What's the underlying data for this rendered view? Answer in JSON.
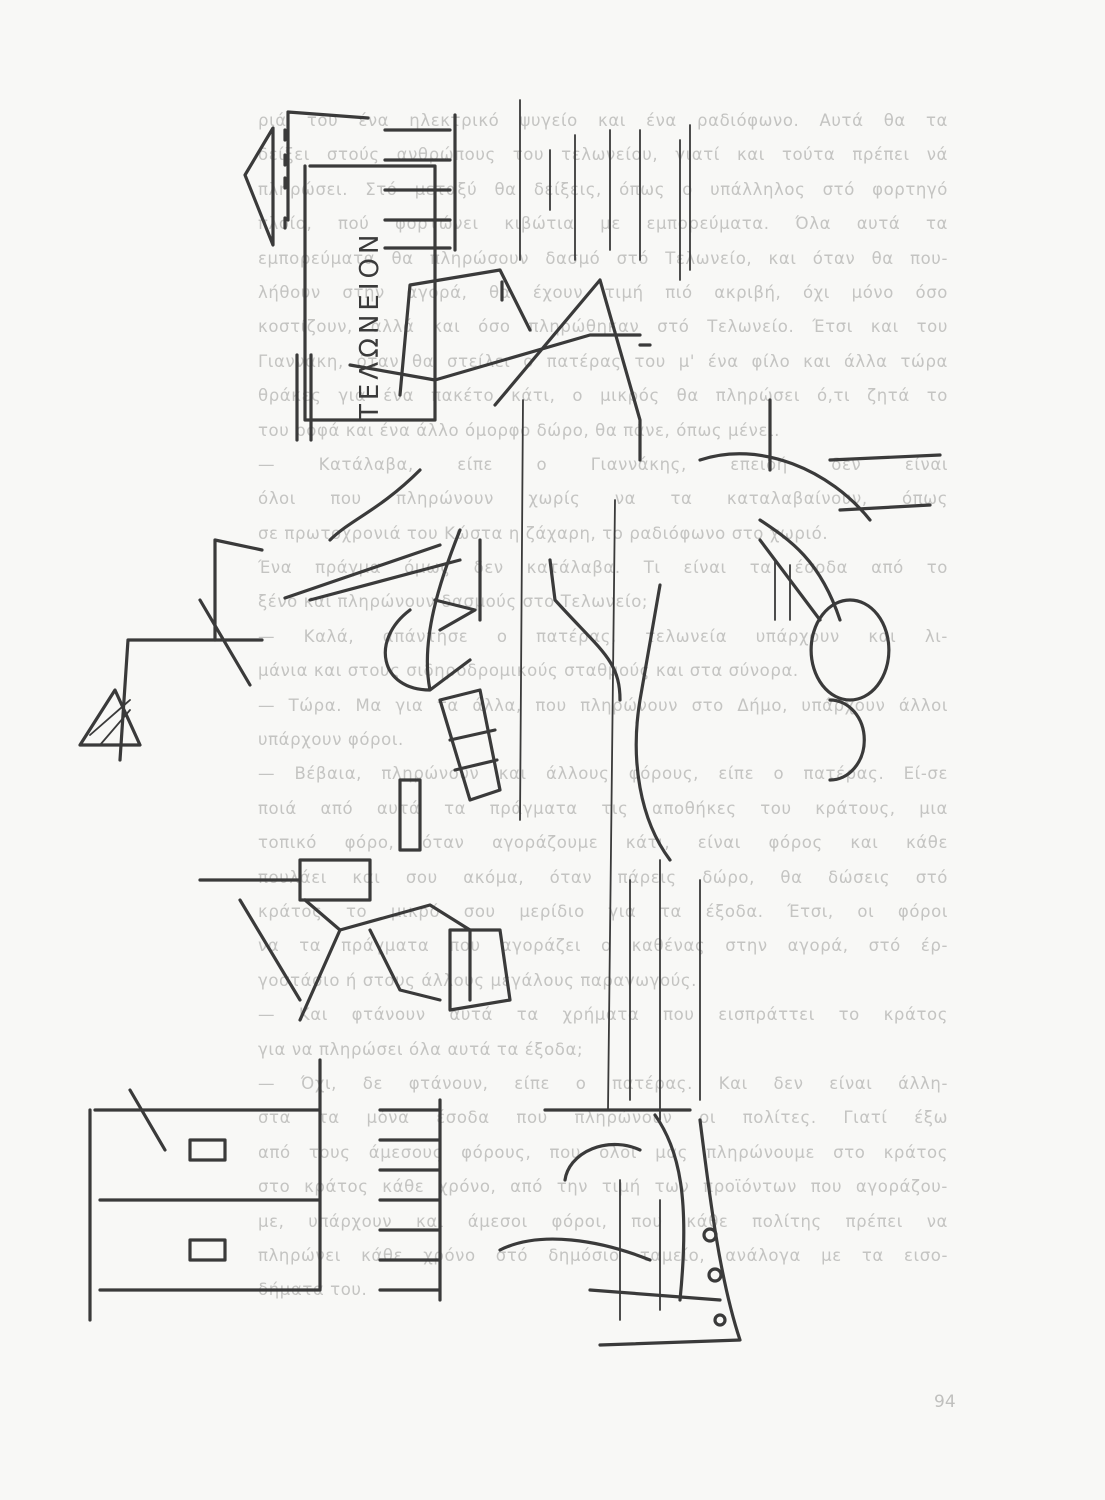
{
  "page": {
    "lines": [
      "ριά του ένα ηλεκτρικό ψυγείο και ένα ραδιόφωνο. Αυτά θα τα",
      "δείξει στούς ανθρώπους του τελωνείου, γιατί και τούτα πρέπει νά",
      "πληρώσει. Στό μεταξύ θα δείξεις, όπως ο υπάλληλος στό φορτηγό",
      "πλοίο, πού φορτώνει κιβώτια με εμπορεύματα. Όλα αυτά τα",
      "εμπορεύματα θα πληρώσουν δασμό στό Τελωνείο, και όταν θα που-",
      "λήθουν στην αγορά, θα έχουν τιμή πιό ακριβή, όχι μόνο όσο",
      "κοστίζουν, άλλά και όσο πληρώθηκαν στό Τελωνείο. Έτσι και του",
      "Γιαννάκη, όταν θα στείλει ο πατέρας του μ' ένα φίλο και άλλα τώρα",
      "θράκες για ένα πακέτο κάτι, ο μικρός θα πληρώσει ό,τι ζητά το",
      "του ροφά και ένα άλλο όμορφο δώρο, θα πάνε, όπως μένει.",
      "— Κατάλαβα, είπε ο Γιαννάκης, επειδή δεν είναι",
      "όλοι που πληρώνουν χωρίς να τα καταλαβαίνουν, όπως",
      "σε πρωτοχρονιά του Κώστα η ζάχαρη, το ραδιόφωνο στο χωριό.",
      "Ένα πράγμα όμως δεν κατάλαβα. Τι είναι τα έσοδα από το",
      "ξένο και πληρώνουν δασμούς στο Τελωνείο;",
      "— Καλά, απάντησε ο πατέρας, τελωνεία υπάρχουν και λι-",
      "μάνια και στους σιδηροδρομικούς σταθμούς και στα σύνορα.",
      "— Τώρα. Μα για τα άλλα, που πληρώνουν στο Δήμο, υπάρχουν άλλοι",
      "υπάρχουν φόροι.",
      "— Βέβαια, πληρώνουν και άλλους φόρους, είπε ο πατέρας. Εί-σε",
      "ποιά από αυτά τα πράγματα τις αποθήκες του κράτους, μια",
      "τοπικό φόρο, όταν αγοράζουμε κάτι, είναι φόρος και κάθε",
      "πουλάει και σου ακόμα, όταν πάρεις δώρο, θα δώσεις στό",
      "κράτος το μικρό σου μερίδιο για τα έξοδα. Έτσι, οι φόροι",
      "να τα πράγματα που αγοράζει ο καθένας στην αγορά, στό έρ-",
      "γοστάσιο ή στους άλλους μεγάλους παραγωγούς.",
      "— Και φτάνουν αυτά τα χρήματα που εισπράττει το κράτος",
      "για να πληρώσει όλα αυτά τα έξοδα;",
      "— Όχι, δε φτάνουν, είπε ο πατέρας. Και δεν είναι άλλη-",
      "στα τα μόνα έσοδα που πληρώνουν οι πολίτες. Γιατί έξω",
      "από τους άμεσους φόρους, που όλοι μας πληρώνουμε στο κράτος",
      "στο κράτος κάθε χρόνο, από την τιμή των προϊόντων που αγοράζου-",
      "με, υπάρχουν και άμεσοι φόροι, που κάθε πολίτης πρέπει να",
      "πληρώνει κάθε χρόνο στό δημόσιο ταμείο, ανάλογα με τα εισο-",
      "δήματα του."
    ],
    "page_number": "94"
  },
  "sketch": {
    "sign_text": "ΤΕΛΩΝΕΙΟΝ"
  }
}
